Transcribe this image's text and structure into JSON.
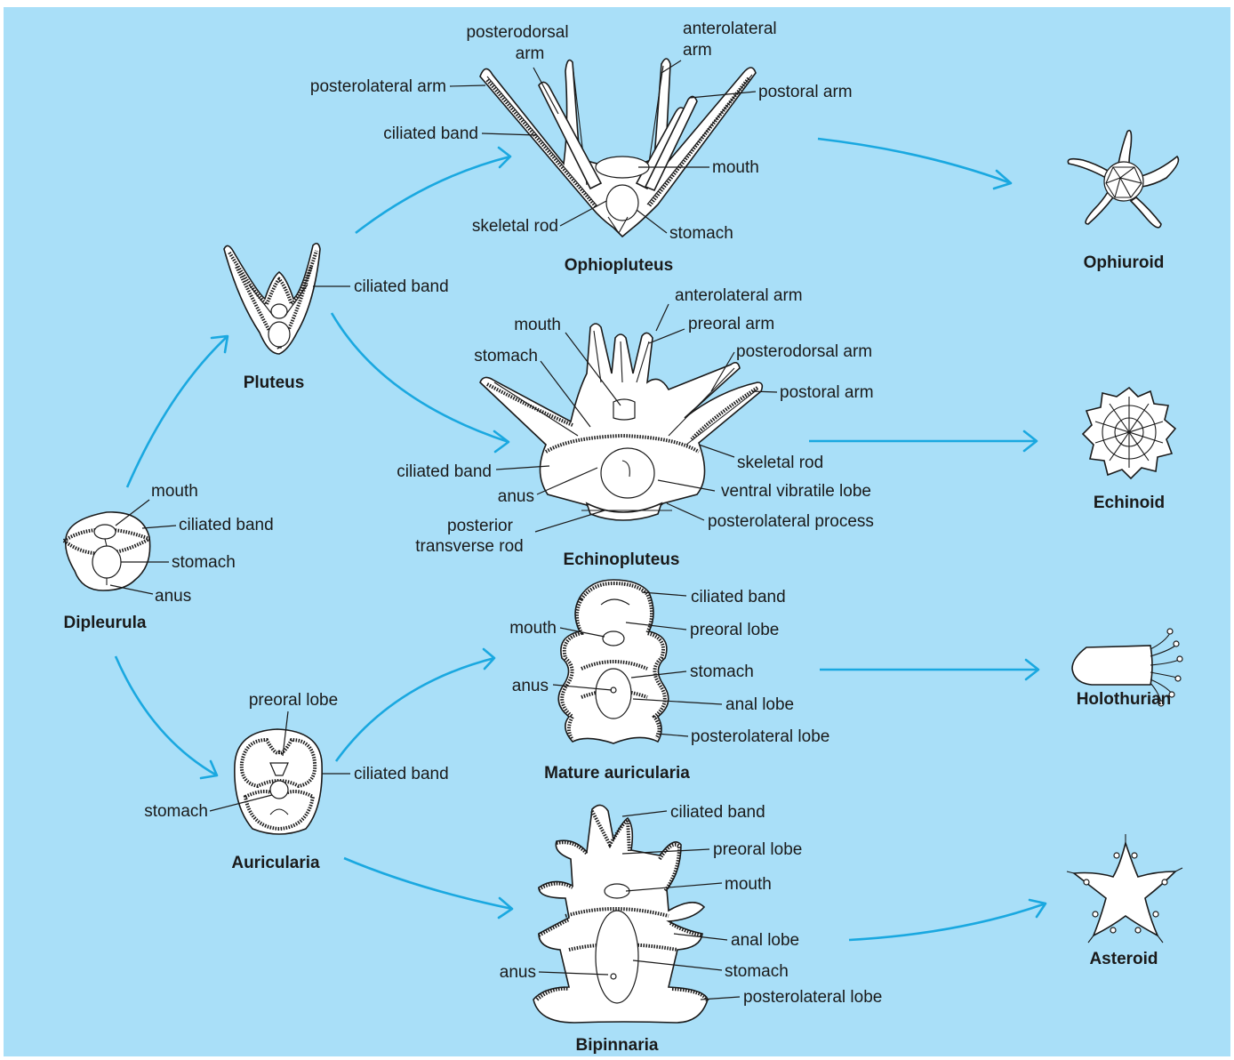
{
  "larvae": {
    "dipleurula": {
      "title": "Dipleurula",
      "labels": {
        "mouth": "mouth",
        "ciliated_band": "ciliated band",
        "stomach": "stomach",
        "anus": "anus"
      }
    },
    "pluteus": {
      "title": "Pluteus",
      "labels": {
        "ciliated_band": "ciliated band"
      }
    },
    "auricularia": {
      "title": "Auricularia",
      "labels": {
        "preoral_lobe": "preoral lobe",
        "ciliated_band": "ciliated band",
        "stomach": "stomach"
      }
    },
    "ophiopluteus": {
      "title": "Ophiopluteus",
      "labels": {
        "posterodorsal_arm_1": "posterodorsal",
        "posterodorsal_arm_2": "arm",
        "anterolateral_arm_1": "anterolateral",
        "anterolateral_arm_2": "arm",
        "posterolateral_arm": "posterolateral arm",
        "postoral_arm": "postoral arm",
        "ciliated_band": "ciliated band",
        "mouth": "mouth",
        "skeletal_rod": "skeletal rod",
        "stomach": "stomach"
      }
    },
    "echinopluteus": {
      "title": "Echinopluteus",
      "labels": {
        "anterolateral_arm": "anterolateral arm",
        "mouth": "mouth",
        "preoral_arm": "preoral arm",
        "stomach": "stomach",
        "posterodorsal_arm": "posterodorsal arm",
        "postoral_arm": "postoral arm",
        "skeletal_rod": "skeletal rod",
        "ciliated_band": "ciliated band",
        "ventral_vibratile_lobe": "ventral vibratile lobe",
        "anus": "anus",
        "posterior_transverse_rod_1": "posterior",
        "posterior_transverse_rod_2": "transverse rod",
        "posterolateral_process": "posterolateral process"
      }
    },
    "mature_auricularia": {
      "title": "Mature auricularia",
      "labels": {
        "ciliated_band": "ciliated band",
        "mouth": "mouth",
        "preoral_lobe": "preoral lobe",
        "stomach": "stomach",
        "anus": "anus",
        "anal_lobe": "anal lobe",
        "posterolateral_lobe": "posterolateral lobe"
      }
    },
    "bipinnaria": {
      "title": "Bipinnaria",
      "labels": {
        "ciliated_band": "ciliated band",
        "preoral_lobe": "preoral lobe",
        "mouth": "mouth",
        "anal_lobe": "anal lobe",
        "stomach": "stomach",
        "anus": "anus",
        "posterolateral_lobe": "posterolateral lobe"
      }
    }
  },
  "adults": {
    "ophiuroid": "Ophiuroid",
    "echinoid": "Echinoid",
    "holothurian": "Holothurian",
    "asteroid": "Asteroid"
  },
  "colors": {
    "background": "#a9dff8",
    "arrow": "#1aa8e0",
    "ink": "#1a1a1a",
    "specimen_fill": "#ffffff"
  }
}
